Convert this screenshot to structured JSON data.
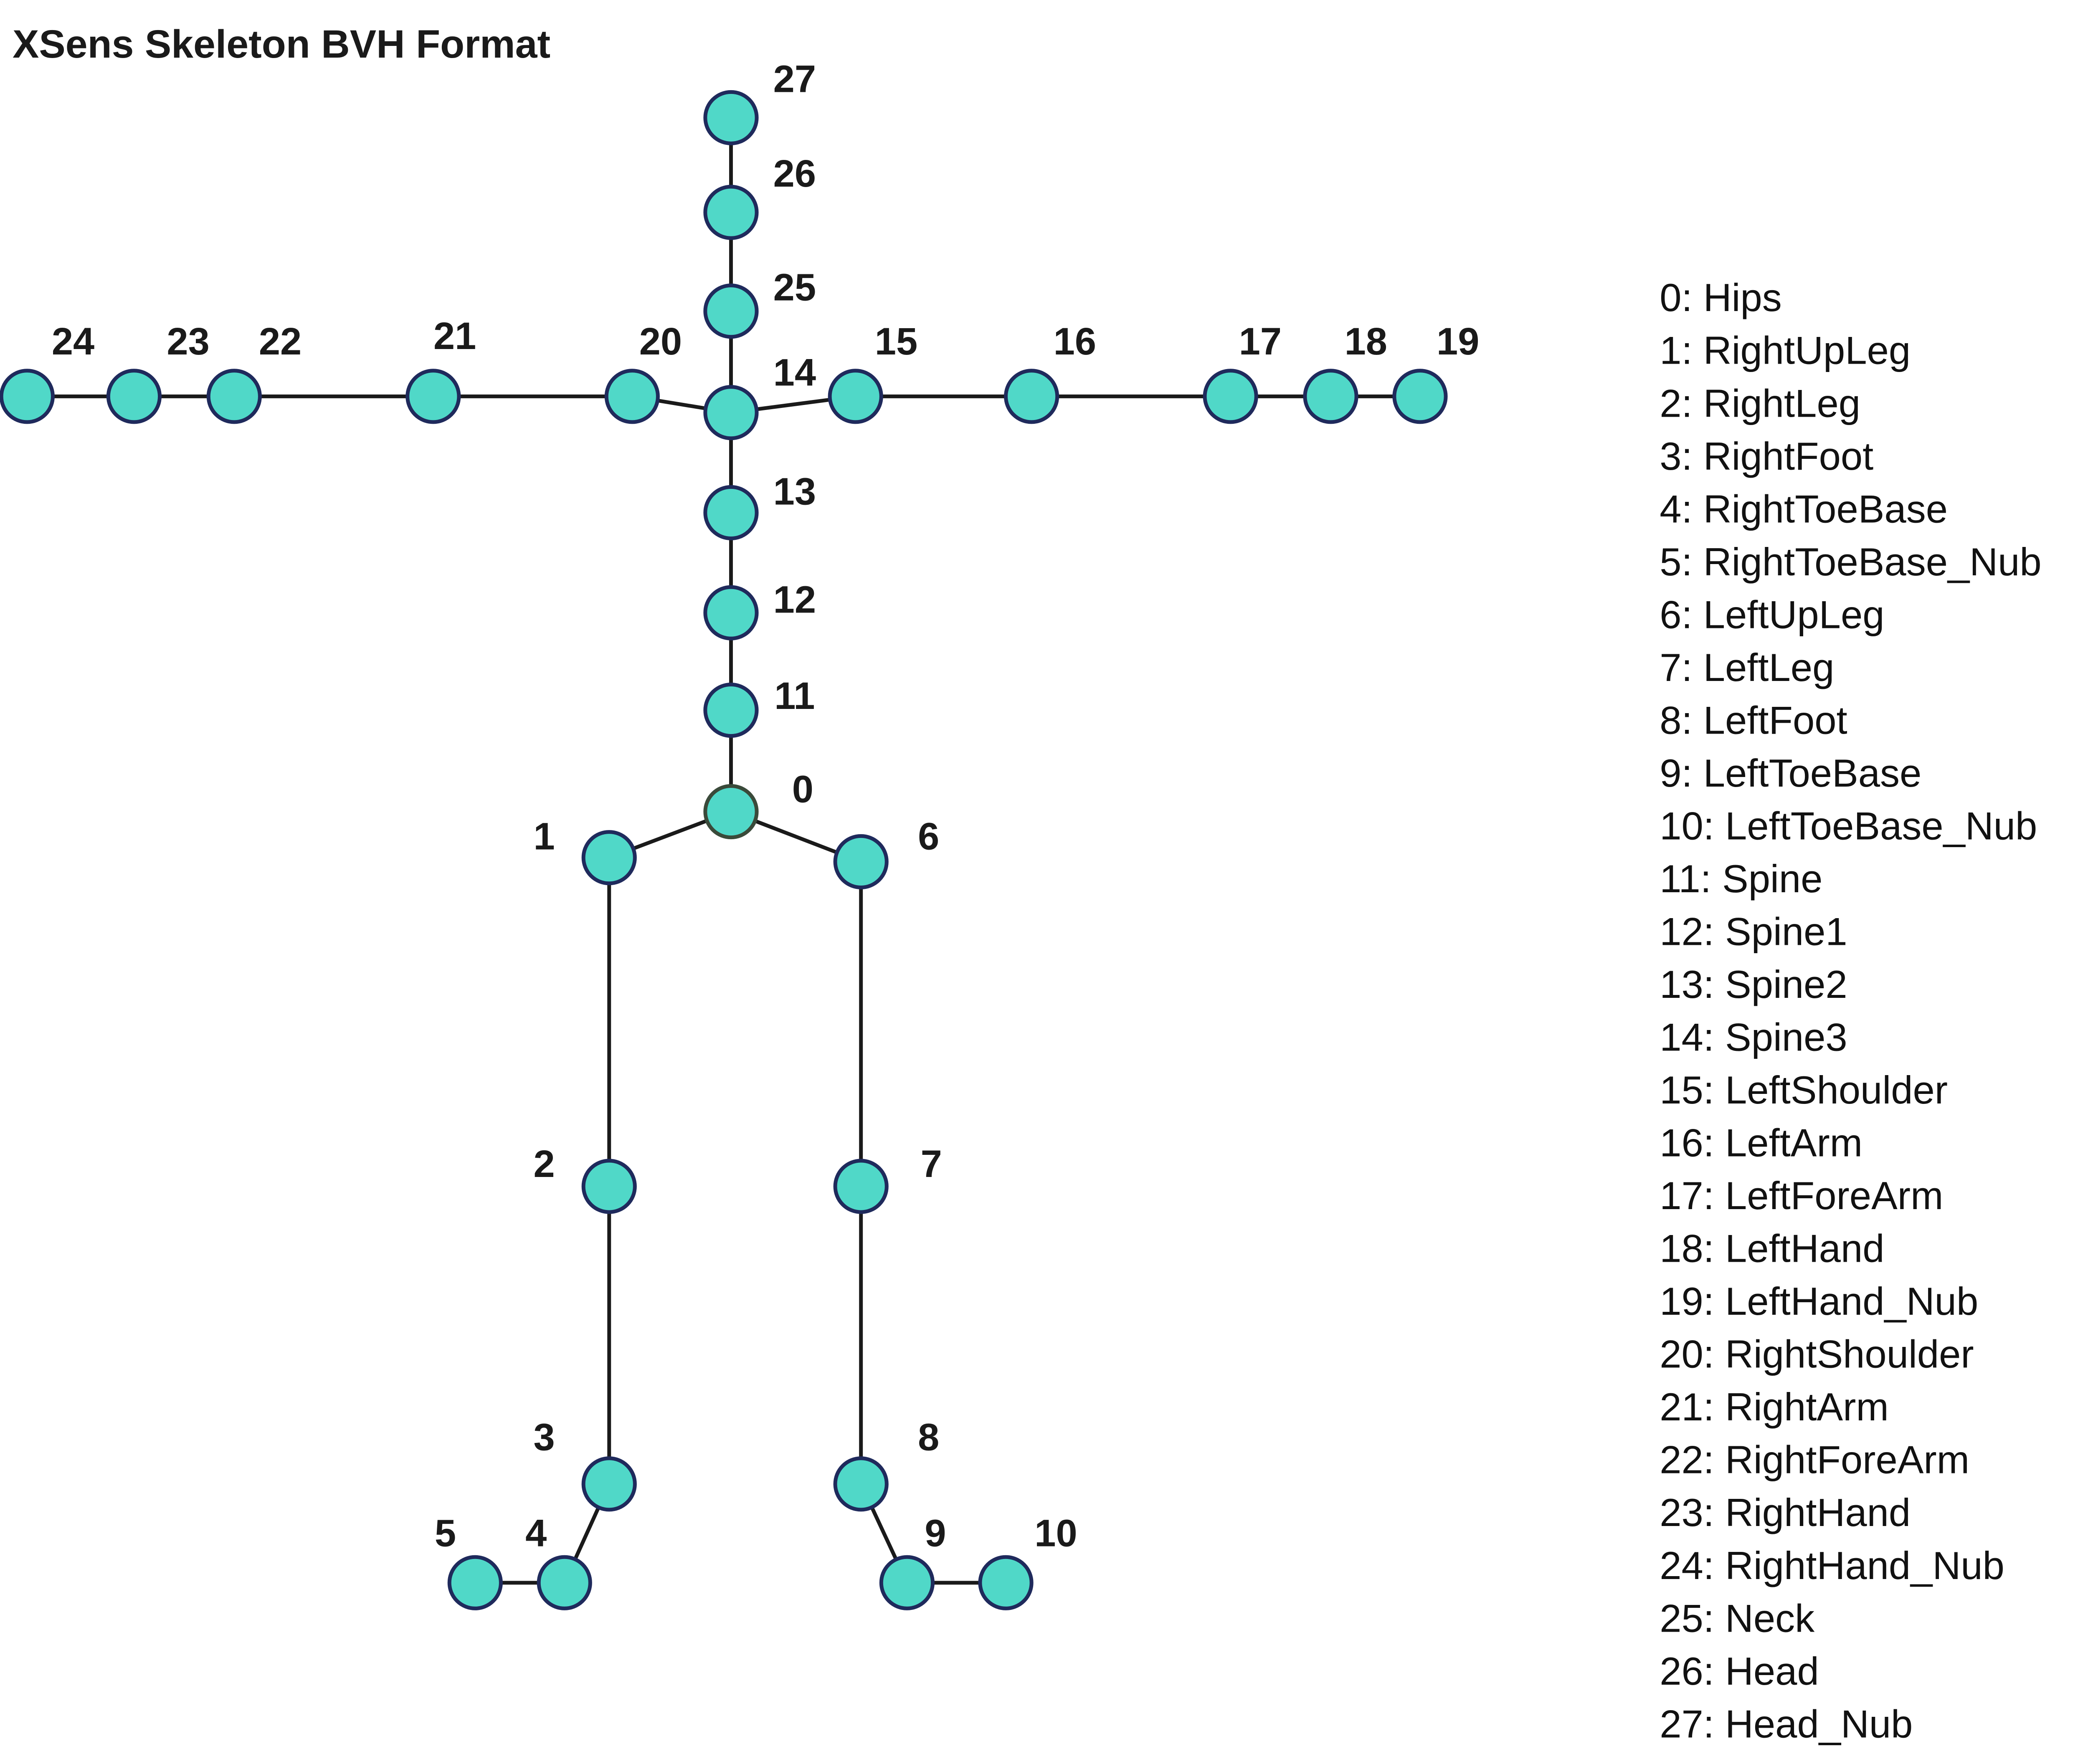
{
  "title": "XSens Skeleton BVH Format",
  "colors": {
    "node_fill": "#50D8C8",
    "node_stroke": "#1F2A5C",
    "root_stroke": "#3A4A3A",
    "edge": "#1A1A1A",
    "text": "#1A1A1A"
  },
  "joints": [
    {
      "id": "0",
      "name": "Hips"
    },
    {
      "id": "1",
      "name": "RightUpLeg"
    },
    {
      "id": "2",
      "name": "RightLeg"
    },
    {
      "id": "3",
      "name": "RightFoot"
    },
    {
      "id": "4",
      "name": "RightToeBase"
    },
    {
      "id": "5",
      "name": "RightToeBase_Nub"
    },
    {
      "id": "6",
      "name": "LeftUpLeg"
    },
    {
      "id": "7",
      "name": "LeftLeg"
    },
    {
      "id": "8",
      "name": "LeftFoot"
    },
    {
      "id": "9",
      "name": "LeftToeBase"
    },
    {
      "id": "10",
      "name": "LeftToeBase_Nub"
    },
    {
      "id": "11",
      "name": "Spine"
    },
    {
      "id": "12",
      "name": "Spine1"
    },
    {
      "id": "13",
      "name": "Spine2"
    },
    {
      "id": "14",
      "name": "Spine3"
    },
    {
      "id": "15",
      "name": "LeftShoulder"
    },
    {
      "id": "16",
      "name": "LeftArm"
    },
    {
      "id": "17",
      "name": "LeftForeArm"
    },
    {
      "id": "18",
      "name": "LeftHand"
    },
    {
      "id": "19",
      "name": "LeftHand_Nub"
    },
    {
      "id": "20",
      "name": "RightShoulder"
    },
    {
      "id": "21",
      "name": "RightArm"
    },
    {
      "id": "22",
      "name": "RightForeArm"
    },
    {
      "id": "23",
      "name": "RightHand"
    },
    {
      "id": "24",
      "name": "RightHand_Nub"
    },
    {
      "id": "25",
      "name": "Neck"
    },
    {
      "id": "26",
      "name": "Head"
    },
    {
      "id": "27",
      "name": "Head_Nub"
    }
  ],
  "legend": [
    "0: Hips",
    "1: RightUpLeg",
    "2: RightLeg",
    "3: RightFoot",
    "4: RightToeBase",
    "5: RightToeBase_Nub",
    "6: LeftUpLeg",
    "7: LeftLeg",
    "8: LeftFoot",
    "9: LeftToeBase",
    "10: LeftToeBase_Nub",
    "11: Spine",
    "12: Spine1",
    "13: Spine2",
    "14: Spine3",
    "15: LeftShoulder",
    "16: LeftArm",
    "17: LeftForeArm",
    "18: LeftHand",
    "19: LeftHand_Nub",
    "20: RightShoulder",
    "21: RightArm",
    "22: RightForeArm",
    "23: RightHand",
    "24: RightHand_Nub",
    "25: Neck",
    "26: Head",
    "27: Head_Nub"
  ],
  "bones": [
    [
      "0",
      "1"
    ],
    [
      "1",
      "2"
    ],
    [
      "2",
      "3"
    ],
    [
      "3",
      "4"
    ],
    [
      "4",
      "5"
    ],
    [
      "0",
      "6"
    ],
    [
      "6",
      "7"
    ],
    [
      "7",
      "8"
    ],
    [
      "8",
      "9"
    ],
    [
      "9",
      "10"
    ],
    [
      "0",
      "11"
    ],
    [
      "11",
      "12"
    ],
    [
      "12",
      "13"
    ],
    [
      "13",
      "14"
    ],
    [
      "14",
      "15"
    ],
    [
      "15",
      "16"
    ],
    [
      "16",
      "17"
    ],
    [
      "17",
      "18"
    ],
    [
      "18",
      "19"
    ],
    [
      "14",
      "20"
    ],
    [
      "20",
      "21"
    ],
    [
      "21",
      "22"
    ],
    [
      "22",
      "23"
    ],
    [
      "23",
      "24"
    ],
    [
      "14",
      "25"
    ],
    [
      "25",
      "26"
    ],
    [
      "26",
      "27"
    ]
  ]
}
